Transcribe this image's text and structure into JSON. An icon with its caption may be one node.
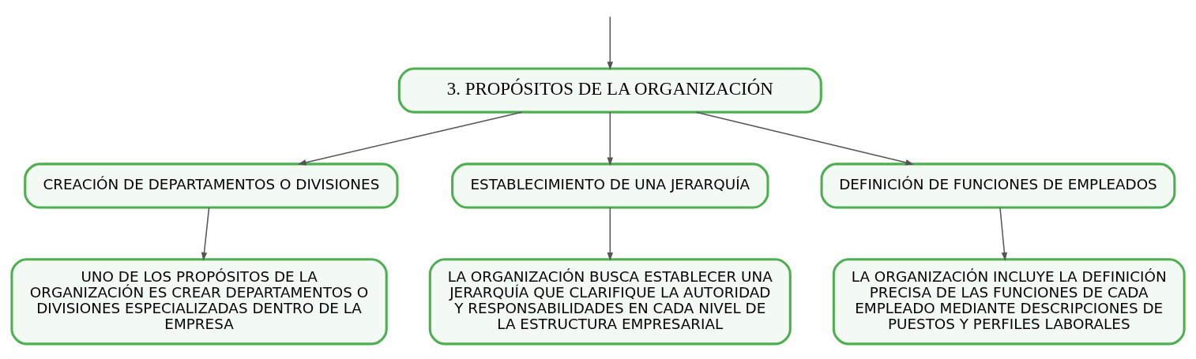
{
  "diagram": {
    "nodes": [
      {
        "text": [
          "3. PROPÓSITOS DE LA ORGANIZACIÓN"
        ]
      },
      {
        "text": [
          "CREACIÓN DE DEPARTAMENTOS O DIVISIONES"
        ]
      },
      {
        "text": [
          "ESTABLECIMIENTO DE UNA JERARQUÍA"
        ]
      },
      {
        "text": [
          "DEFINICIÓN DE FUNCIONES DE EMPLEADOS"
        ]
      },
      {
        "text": [
          "UNO DE LOS PROPÓSITOS DE LA ORGANIZACIÓN ES CREAR DEPARTAMENTOS O DIVISIONES ESPECIALIZADAS DENTRO DE LA EMPRESA"
        ]
      },
      {
        "text": [
          "LA ORGANIZACIÓN BUSCA ESTABLECER UNA JERARQUÍA QUE CLARIFIQUE LA AUTORIDAD Y RESPONSABILIDADES EN CADA NIVEL DE LA ESTRUCTURA EMPRESARIAL"
        ]
      },
      {
        "text": [
          "LA ORGANIZACIÓN INCLUYE LA DEFINICIÓN PRECISA DE LAS FUNCIONES DE CADA EMPLEADO MEDIANTE DESCRIPCIONES DE PUESTOS Y PERFILES LABORALES"
        ]
      }
    ],
    "edges": [
      {
        "from": null,
        "to": 0,
        "arrow": "to"
      },
      {
        "from": 0,
        "to": 1,
        "arrow": "to"
      },
      {
        "from": 0,
        "to": 2,
        "arrow": "to"
      },
      {
        "from": 0,
        "to": 3,
        "arrow": "to"
      },
      {
        "from": 1,
        "to": 4,
        "arrow": "to"
      },
      {
        "from": 2,
        "to": 5,
        "arrow": "to"
      },
      {
        "from": 3,
        "to": 6,
        "arrow": "to"
      }
    ]
  }
}
